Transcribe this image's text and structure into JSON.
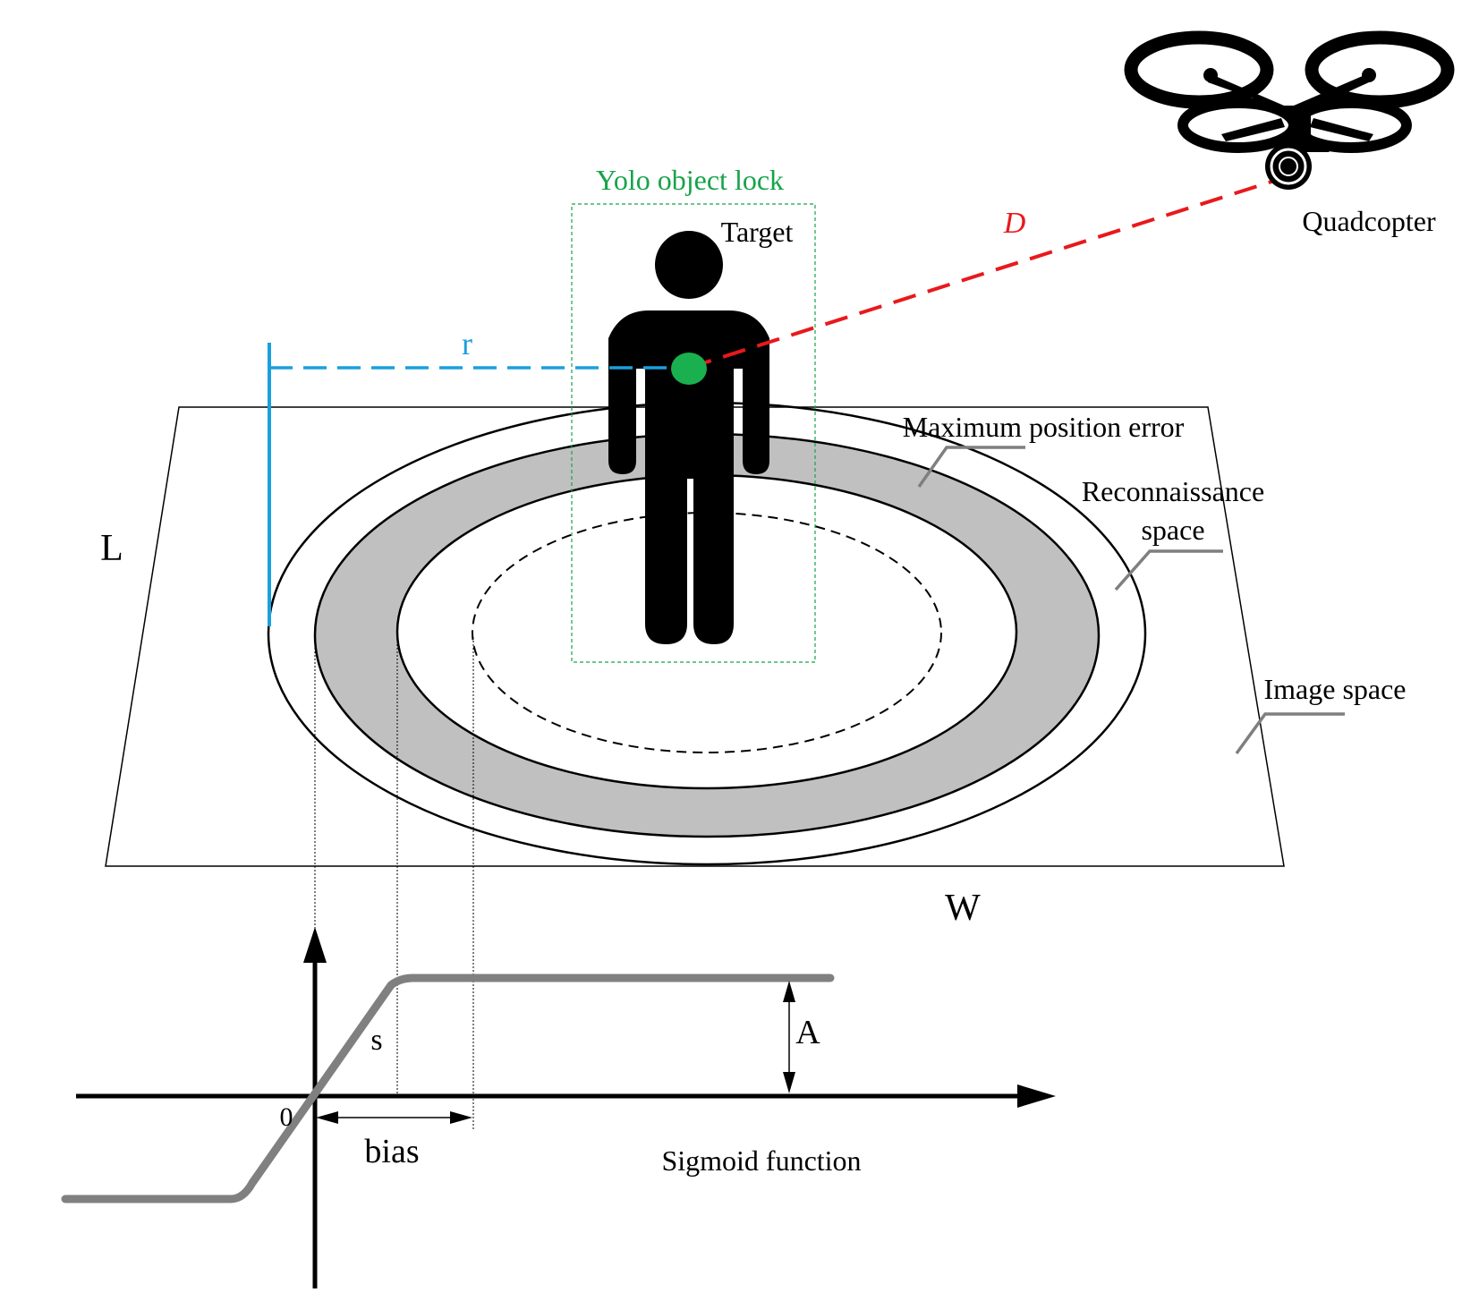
{
  "labels": {
    "yolo": "Yolo object lock",
    "target": "Target",
    "distance": "D",
    "quadcopter": "Quadcopter",
    "radius": "r",
    "max_error": "Maximum position error",
    "recon_line1": "Reconnaissance",
    "recon_line2": "space",
    "image_space": "Image space",
    "length": "L",
    "width": "W",
    "slope": "s",
    "amplitude": "A",
    "origin": "0",
    "bias": "bias",
    "function_name": "Sigmoid function"
  },
  "icons": {
    "quadcopter": "quadcopter-icon",
    "person": "person-icon"
  },
  "colors": {
    "yolo": "#16a34a",
    "distance": "#e8191c",
    "radius": "#1aa0dc",
    "center_dot": "#1aaf4f",
    "ring": "#c0c0c0",
    "sigmoid": "#808080",
    "leader": "#7f7f7f",
    "ink": "#000000"
  }
}
